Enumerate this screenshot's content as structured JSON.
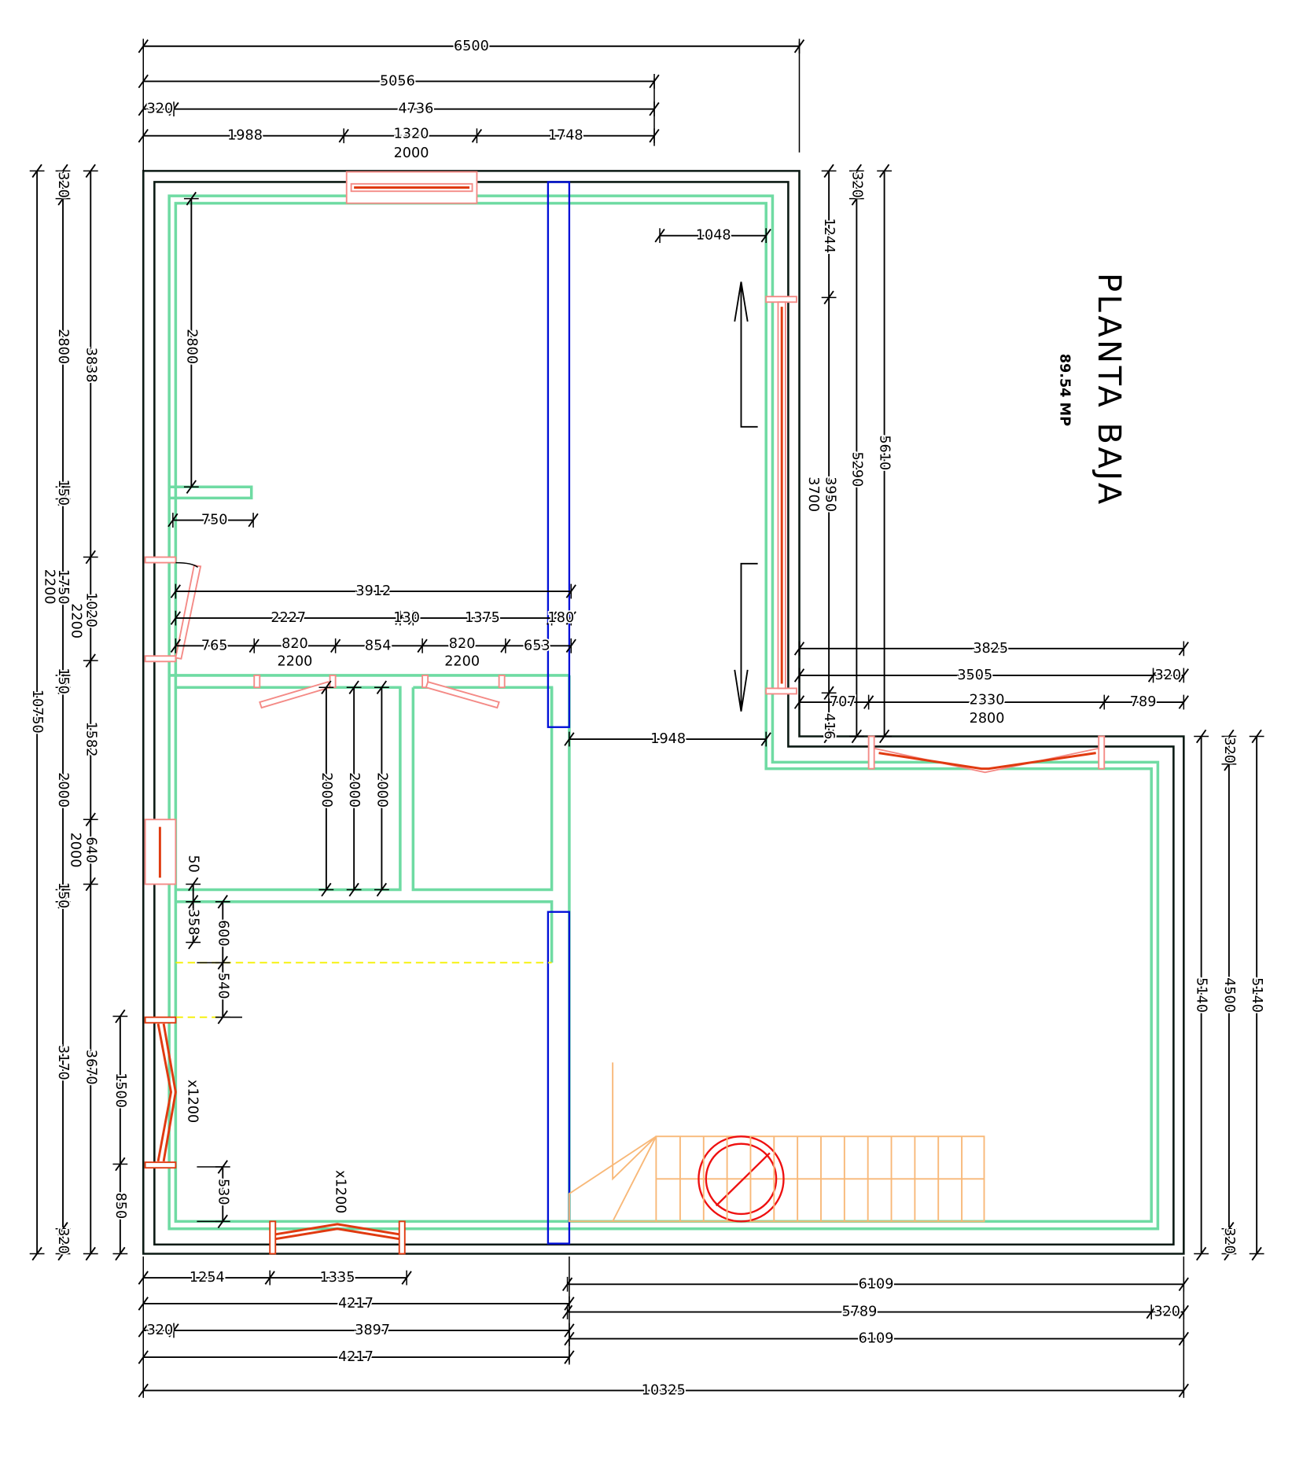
{
  "title": "PLANTA BAJA",
  "area": "89.54 MP",
  "dims": {
    "top": [
      "6500",
      "5056",
      "320",
      "4736",
      "1988",
      "1320",
      "2000",
      "1748"
    ],
    "left_outer": [
      "10750"
    ],
    "left_a": [
      "320",
      "2800",
      "150",
      "1750",
      "2200",
      "150",
      "2000",
      "150",
      "3170",
      "320"
    ],
    "left_b": [
      "3838",
      "1020",
      "2200",
      "1582",
      "640",
      "2000",
      "3670"
    ],
    "left_c": [
      "1500",
      "850"
    ],
    "right_a": [
      "1244",
      "3950",
      "3700",
      "416"
    ],
    "right_b": [
      "320",
      "5290"
    ],
    "right_c": [
      "5610"
    ],
    "right_lower": [
      "5140",
      "320",
      "4500",
      "320",
      "5140"
    ],
    "right_horizontal": [
      "3825",
      "3505",
      "320",
      "707",
      "2330",
      "2800",
      "789"
    ],
    "interior": [
      "1048",
      "1948",
      "2800",
      "750",
      "3912",
      "2227",
      "130",
      "1375",
      "180",
      "765",
      "820",
      "2200",
      "854",
      "820",
      "2200",
      "653",
      "2000",
      "2000",
      "2000",
      "50",
      "358",
      "600",
      "540",
      "530",
      "x1200",
      "x1200"
    ],
    "bottom": [
      "1254",
      "1335",
      "6109",
      "4217",
      "5789",
      "320",
      "320",
      "3897",
      "6109",
      "4217",
      "10325"
    ]
  },
  "colors": {
    "walls": "#0b1a14",
    "finish": "#6fdba3",
    "column": "#0010d8",
    "window": "#f48a86",
    "glass": "#e03a10",
    "stairs": "#f8b878"
  }
}
